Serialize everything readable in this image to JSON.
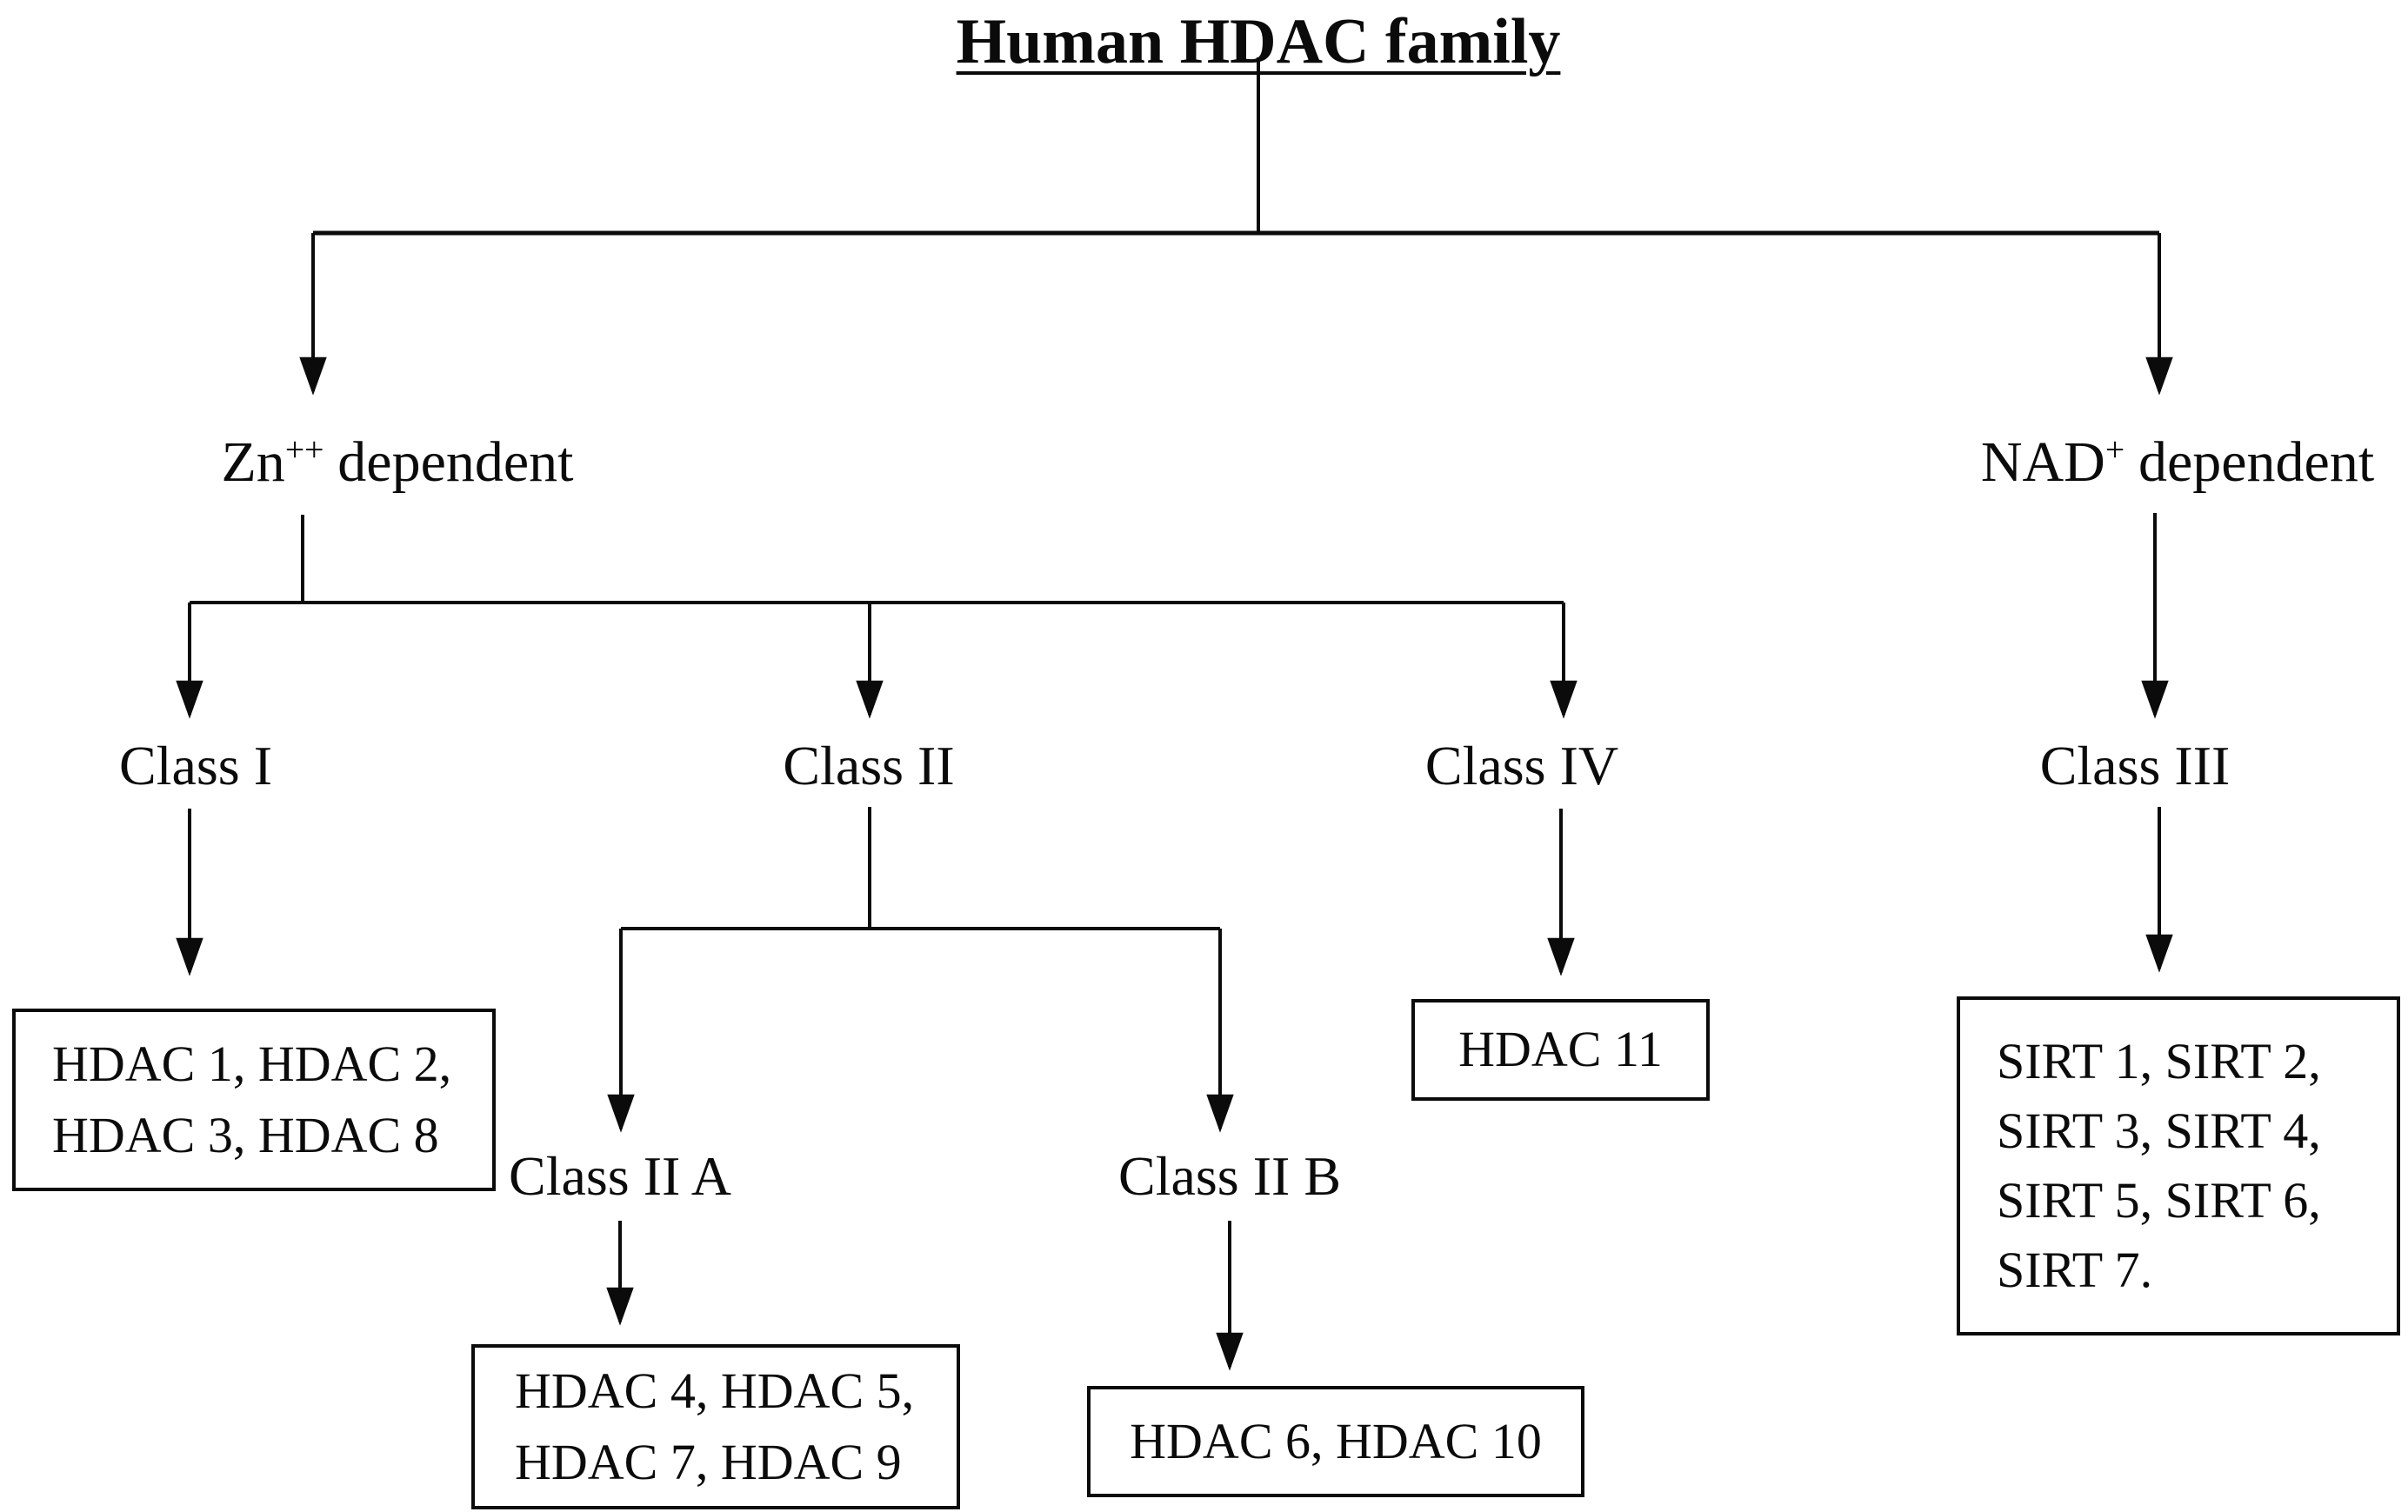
{
  "title": "Human HDAC family",
  "branches": {
    "zn": {
      "base": "Zn",
      "sup": "++",
      "rest": "dependent"
    },
    "nad": {
      "base": "NAD",
      "sup": "+",
      "rest": "dependent"
    }
  },
  "classes": {
    "class1": {
      "label": "Class I"
    },
    "class2": {
      "label": "Class II"
    },
    "class4": {
      "label": "Class IV"
    },
    "class3": {
      "label": "Class III"
    },
    "class2a": {
      "label": "Class II A"
    },
    "class2b": {
      "label": "Class II B"
    }
  },
  "boxes": {
    "class1_members": {
      "lines": [
        "HDAC 1, HDAC 2,",
        "HDAC 3, HDAC 8"
      ]
    },
    "class2a_members": {
      "lines": [
        "HDAC 4, HDAC 5,",
        "HDAC 7, HDAC 9"
      ]
    },
    "class2b_members": {
      "lines": [
        "HDAC 6, HDAC 10"
      ]
    },
    "class4_members": {
      "lines": [
        "HDAC 11"
      ]
    },
    "class3_members": {
      "lines": [
        "SIRT 1, SIRT 2,",
        "SIRT 3, SIRT 4,",
        "SIRT 5, SIRT 6,",
        "SIRT 7."
      ]
    }
  },
  "colors": {
    "line": "#0b0b0b",
    "text": "#0b0b0b",
    "background": "#ffffff",
    "box_border": "#0b0b0b"
  }
}
